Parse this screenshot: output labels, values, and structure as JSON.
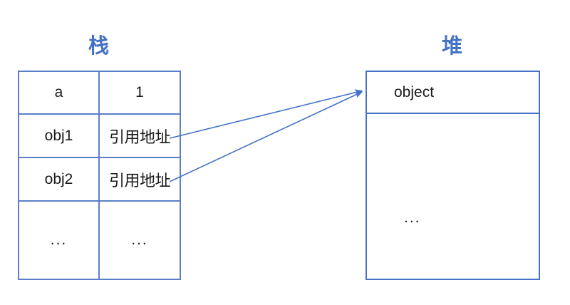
{
  "diagram": {
    "stack": {
      "title": "栈",
      "rows": [
        {
          "key": "a",
          "value": "1"
        },
        {
          "key": "obj1",
          "value": "引用地址"
        },
        {
          "key": "obj2",
          "value": "引用地址"
        },
        {
          "key": "...",
          "value": "..."
        }
      ]
    },
    "heap": {
      "title": "堆",
      "object_label": "object",
      "ellipsis": "..."
    },
    "arrows": [
      {
        "name": "obj1-to-object",
        "from": "obj1-reference-cell",
        "to": "heap-object-cell"
      },
      {
        "name": "obj2-to-object",
        "from": "obj2-reference-cell",
        "to": "heap-object-cell"
      }
    ],
    "colors": {
      "title_blue": "#4472c4",
      "stack_border": "#5b7fc7",
      "heap_border": "#4472c4",
      "arrow": "#4472c4",
      "text": "#1a1a1a",
      "background": "#ffffff"
    }
  }
}
